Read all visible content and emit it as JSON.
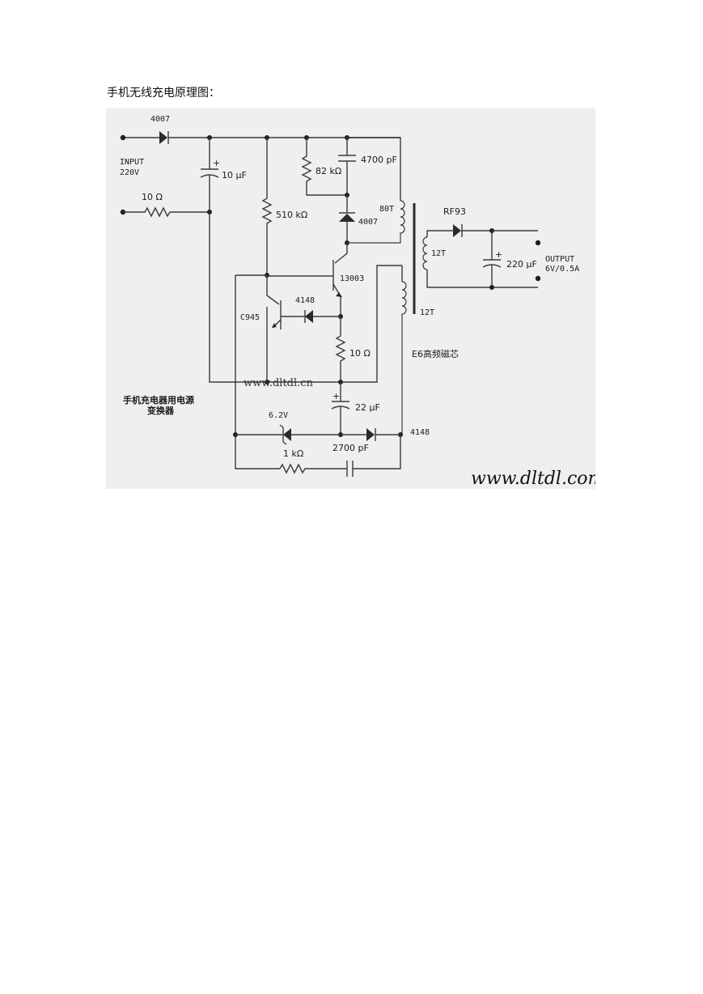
{
  "caption": "手机无线充电原理图：",
  "diagram": {
    "labels": {
      "diode_in": "4007",
      "input": "INPUT",
      "input_v": "220V",
      "cap_10uf": "10 μF",
      "res_10_in": "10 Ω",
      "res_82k": "82 kΩ",
      "cap_4700": "4700 pF",
      "diode_4007_b": "4007",
      "turns_80": "80T",
      "res_510k": "510 kΩ",
      "transistor_13003": "13003",
      "transistor_c945": "C945",
      "diode_4148_a": "4148",
      "res_10_b": "10 Ω",
      "watermark_cn": "www.dltdl.cn",
      "cap_22uf": "22 μF",
      "zener": "6.2V",
      "res_1k": "1 kΩ",
      "cap_2700": "2700 pF",
      "diode_4148_b": "4148",
      "rf93": "RF93",
      "turns_12_a": "12T",
      "turns_12_b": "12T",
      "cap_220uf": "220 μF",
      "output": "OUTPUT",
      "output_v": "6V/0.5A",
      "core": "E6高频磁芯",
      "title_line1": "手机充电器用电源",
      "title_line2": "变换器",
      "watermark_com": "www.dltdl.com"
    }
  }
}
